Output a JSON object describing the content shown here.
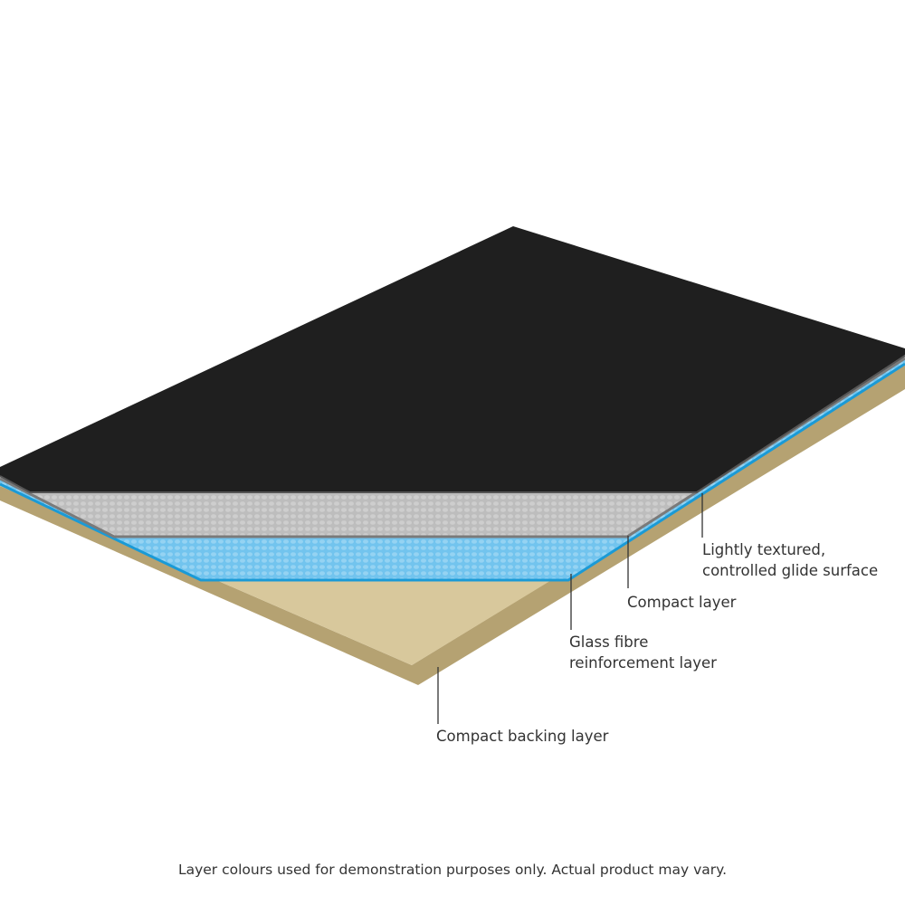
{
  "colors": {
    "surface": "#1f1f1f",
    "compact": "#bdbdbd",
    "glass_fibre": "#72c4ee",
    "glass_fibre_edge": "#1a9ad6",
    "backing_top": "#d8c89c",
    "backing_side": "#b5a272",
    "leader": "#333333"
  },
  "labels": {
    "surface": [
      "Lightly textured,",
      "controlled glide surface"
    ],
    "compact": "Compact layer",
    "glass_fibre": [
      "Glass fibre",
      "reinforcement layer"
    ],
    "backing": "Compact backing layer"
  },
  "footer": "Layer colours used for demonstration purposes only. Actual product may vary."
}
